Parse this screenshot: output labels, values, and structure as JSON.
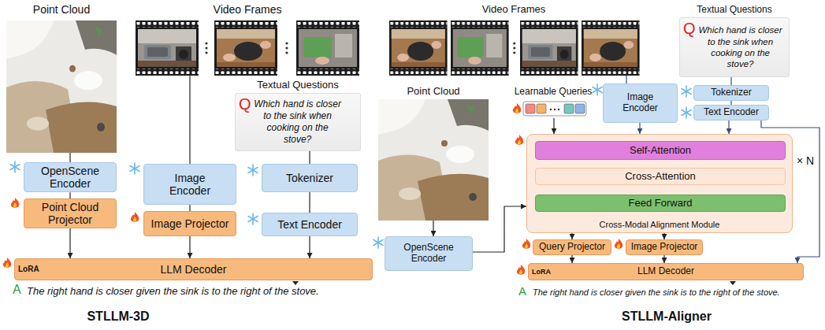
{
  "diagram": {
    "nodes": [
      {
        "text": [
          "Point Cloud"
        ]
      },
      {
        "text": [
          "Video Frames"
        ]
      },
      {
        "text": [
          "Textual Questions",
          "Q",
          "Which hand is closer to the sink when cooking on the stove?"
        ]
      },
      {
        "text": [
          "OpenScene Encoder"
        ]
      },
      {
        "text": [
          "Point Cloud Projector"
        ]
      },
      {
        "text": [
          "Image Encoder"
        ]
      },
      {
        "text": [
          "Image Projector"
        ]
      },
      {
        "text": [
          "Tokenizer"
        ]
      },
      {
        "text": [
          "Text Encoder"
        ]
      },
      {
        "text": [
          "LoRA",
          "LLM Decoder"
        ]
      },
      {
        "text": [
          "Video Frames"
        ]
      },
      {
        "text": [
          "Textual Questions",
          "Q",
          "Which hand is closer to the sink when cooking on the stove?"
        ]
      },
      {
        "text": [
          "Learnable Queries"
        ]
      },
      {
        "text": [
          "Point Cloud"
        ]
      },
      {
        "text": [
          "Image Encoder"
        ]
      },
      {
        "text": [
          "Tokenizer"
        ]
      },
      {
        "text": [
          "Text Encoder"
        ]
      },
      {
        "text": [
          "Cross-Modal Alignment Module"
        ]
      },
      {
        "text": [
          "Self-Attention"
        ],
        "in": 17
      },
      {
        "text": [
          "Cross-Attention"
        ],
        "in": 17
      },
      {
        "text": [
          "Feed Forward"
        ],
        "in": 17
      },
      {
        "text": [
          "OpenScene Encoder"
        ]
      },
      {
        "text": [
          "Query Projector"
        ]
      },
      {
        "text": [
          "Image Projector"
        ]
      },
      {
        "text": [
          "LoRA",
          "LLM Decoder"
        ]
      }
    ],
    "edges": [
      {
        "from": 0,
        "to": 3,
        "arrow": "none"
      },
      {
        "from": 3,
        "to": 4,
        "arrow": "none"
      },
      {
        "from": 4,
        "to": 9,
        "arrow": "to"
      },
      {
        "from": 1,
        "to": 5,
        "arrow": "none"
      },
      {
        "from": 5,
        "to": 6,
        "arrow": "none"
      },
      {
        "from": 6,
        "to": 9,
        "arrow": "to"
      },
      {
        "from": 2,
        "to": 7,
        "arrow": "none"
      },
      {
        "from": 7,
        "to": 8,
        "arrow": "none"
      },
      {
        "from": 8,
        "to": 9,
        "arrow": "to"
      },
      {
        "from": 10,
        "to": 14,
        "arrow": "none"
      },
      {
        "from": 11,
        "to": 15,
        "arrow": "none"
      },
      {
        "from": 15,
        "to": 16,
        "arrow": "none"
      },
      {
        "from": 12,
        "to": 17,
        "arrow": "to"
      },
      {
        "from": 14,
        "to": 17,
        "arrow": "to"
      },
      {
        "from": 16,
        "to": 17,
        "arrow": "to"
      },
      {
        "from": 16,
        "to": 24,
        "arrow": "to"
      },
      {
        "from": 13,
        "to": 21,
        "arrow": "to"
      },
      {
        "from": 21,
        "to": 17,
        "arrow": "to"
      },
      {
        "from": 17,
        "to": 22,
        "arrow": "to"
      },
      {
        "from": 17,
        "to": 23,
        "arrow": "to"
      },
      {
        "from": 22,
        "to": 24,
        "arrow": "to"
      },
      {
        "from": 23,
        "to": 24,
        "arrow": "to"
      }
    ],
    "labels": [
      "A",
      "The right hand is closer given the sink is to the right of the stove.",
      "STLLM-3D",
      "× N",
      "A",
      "The right hand is closer given the sink is to the right of the stove.",
      "STLLM-Aligner"
    ]
  }
}
